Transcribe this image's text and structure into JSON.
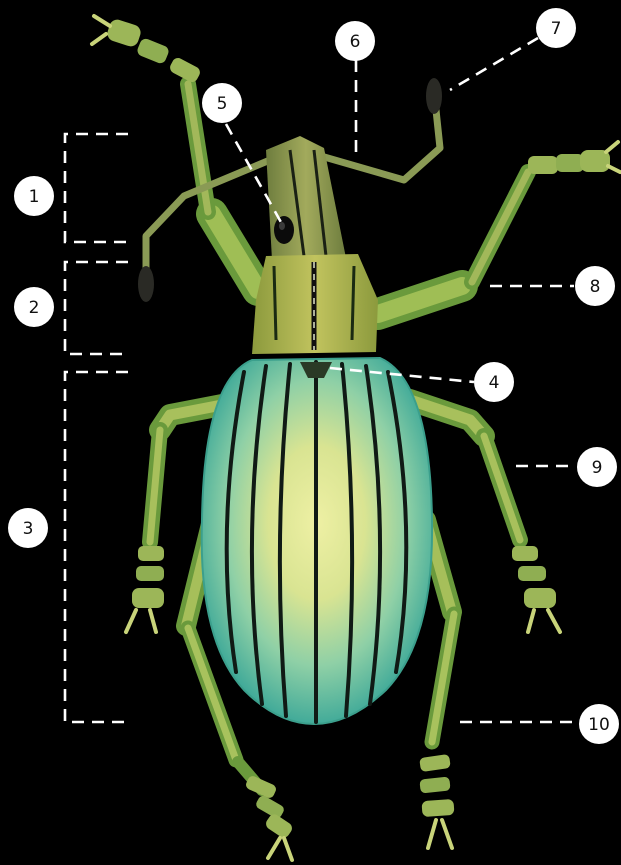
{
  "figure": {
    "subject": "weevil-specimen",
    "background_color": "#000000",
    "body_colors": {
      "elytra_light": "#e2e695",
      "elytra_mid": "#86cba5",
      "elytra_turquoise": "#2fa79b",
      "stripe_dark": "#101a15",
      "pronotum": "#a9ad4e",
      "legs": "#9ab350",
      "legs_edge": "#5e8e38",
      "rostrum": "#8a9a55",
      "eye": "#0b0b0b"
    }
  },
  "callouts": [
    {
      "id": "1",
      "label": "1"
    },
    {
      "id": "2",
      "label": "2"
    },
    {
      "id": "3",
      "label": "3"
    },
    {
      "id": "4",
      "label": "4"
    },
    {
      "id": "5",
      "label": "5"
    },
    {
      "id": "6",
      "label": "6"
    },
    {
      "id": "7",
      "label": "7"
    },
    {
      "id": "8",
      "label": "8"
    },
    {
      "id": "9",
      "label": "9"
    },
    {
      "id": "10",
      "label": "10"
    }
  ]
}
